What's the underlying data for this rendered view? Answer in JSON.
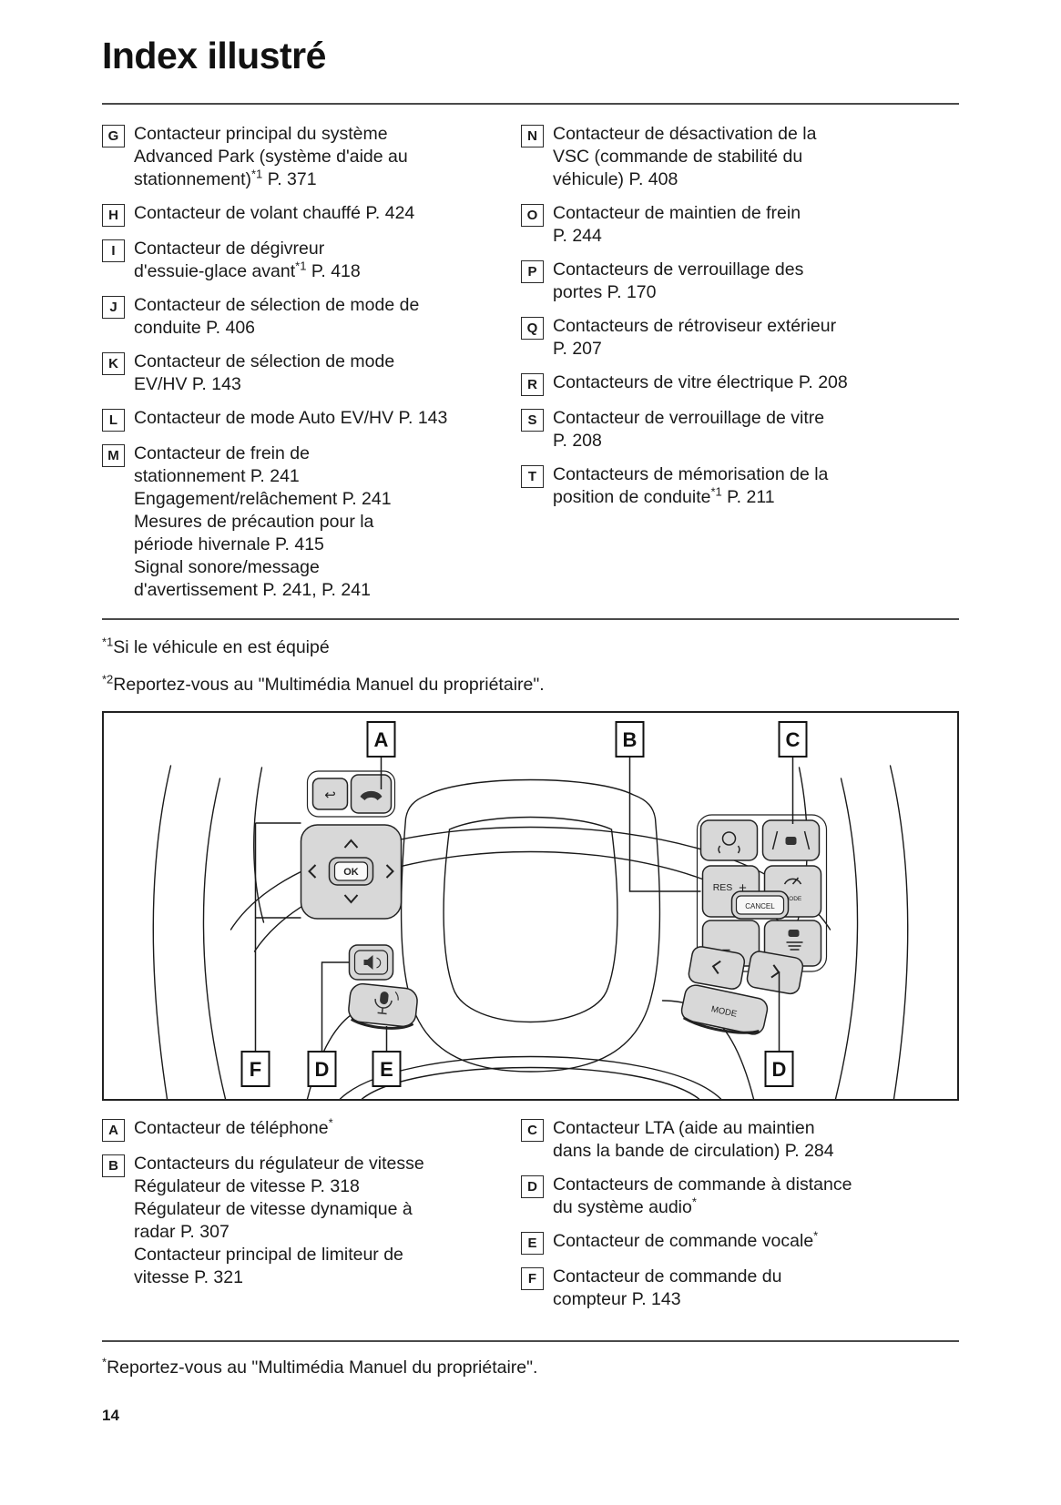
{
  "title": "Index illustré",
  "colors": {
    "text": "#1a1a1a",
    "button_fill": "#d8d8d8",
    "line": "#1a1a1a"
  },
  "index_top": {
    "left": [
      {
        "letter": "G",
        "lines": [
          [
            {
              "t": "Contacteur principal du système"
            }
          ],
          [
            {
              "t": "Advanced Park (système d'aide au"
            }
          ],
          [
            {
              "t": "stationnement)"
            },
            {
              "s": "*1"
            },
            {
              "t": " P. 371"
            }
          ]
        ]
      },
      {
        "letter": "H",
        "lines": [
          [
            {
              "t": "Contacteur de volant chauffé P. 424"
            }
          ]
        ]
      },
      {
        "letter": "I",
        "lines": [
          [
            {
              "t": "Contacteur de dégivreur"
            }
          ],
          [
            {
              "t": "d'essuie-glace avant"
            },
            {
              "s": "*1"
            },
            {
              "t": " P. 418"
            }
          ]
        ]
      },
      {
        "letter": "J",
        "lines": [
          [
            {
              "t": "Contacteur de sélection de mode de"
            }
          ],
          [
            {
              "t": "conduite P. 406"
            }
          ]
        ]
      },
      {
        "letter": "K",
        "lines": [
          [
            {
              "t": "Contacteur de sélection de mode"
            }
          ],
          [
            {
              "t": "EV/HV P. 143"
            }
          ]
        ]
      },
      {
        "letter": "L",
        "lines": [
          [
            {
              "t": "Contacteur de mode Auto EV/HV P. 143"
            }
          ]
        ]
      },
      {
        "letter": "M",
        "lines": [
          [
            {
              "t": "Contacteur de frein de"
            }
          ],
          [
            {
              "t": "stationnement P. 241"
            }
          ],
          [
            {
              "t": "Engagement/relâchement P. 241"
            }
          ],
          [
            {
              "t": "Mesures de précaution pour la"
            }
          ],
          [
            {
              "t": "période hivernale P. 415"
            }
          ],
          [
            {
              "t": "Signal sonore/message"
            }
          ],
          [
            {
              "t": "d'avertissement P. 241, P. 241"
            }
          ]
        ]
      }
    ],
    "right": [
      {
        "letter": "N",
        "lines": [
          [
            {
              "t": "Contacteur de désactivation de la"
            }
          ],
          [
            {
              "t": "VSC (commande de stabilité du"
            }
          ],
          [
            {
              "t": "véhicule) P. 408"
            }
          ]
        ]
      },
      {
        "letter": "O",
        "lines": [
          [
            {
              "t": "Contacteur de maintien de frein"
            }
          ],
          [
            {
              "t": "P. 244"
            }
          ]
        ]
      },
      {
        "letter": "P",
        "lines": [
          [
            {
              "t": "Contacteurs de verrouillage des"
            }
          ],
          [
            {
              "t": "portes P. 170"
            }
          ]
        ]
      },
      {
        "letter": "Q",
        "lines": [
          [
            {
              "t": "Contacteurs de rétroviseur extérieur"
            }
          ],
          [
            {
              "t": "P. 207"
            }
          ]
        ]
      },
      {
        "letter": "R",
        "lines": [
          [
            {
              "t": "Contacteurs de vitre électrique P. 208"
            }
          ]
        ]
      },
      {
        "letter": "S",
        "lines": [
          [
            {
              "t": "Contacteur de verrouillage de vitre"
            }
          ],
          [
            {
              "t": "P. 208"
            }
          ]
        ]
      },
      {
        "letter": "T",
        "lines": [
          [
            {
              "t": "Contacteurs de mémorisation de la"
            }
          ],
          [
            {
              "t": "position de conduite"
            },
            {
              "s": "*1"
            },
            {
              "t": " P. 211"
            }
          ]
        ]
      }
    ]
  },
  "footnotes_mid": [
    {
      "sup": "*1",
      "text": "Si le véhicule en est équipé"
    },
    {
      "sup": "*2",
      "text": "Reportez-vous au \"Multimédia Manuel du propriétaire\"."
    }
  ],
  "diagram": {
    "callouts_top": [
      "A",
      "B",
      "C"
    ],
    "callouts_bottom": [
      "F",
      "D",
      "E",
      "D"
    ],
    "buttons": {
      "ok": "OK",
      "cancel": "CANCEL",
      "res": "RES",
      "plus": "+",
      "minus": "−",
      "mode_small": "MODE",
      "mode": "MODE"
    }
  },
  "index_bottom": {
    "left": [
      {
        "letter": "A",
        "lines": [
          [
            {
              "t": "Contacteur de téléphone"
            },
            {
              "s": "*"
            }
          ]
        ]
      },
      {
        "letter": "B",
        "lines": [
          [
            {
              "t": "Contacteurs du régulateur de vitesse"
            }
          ],
          [
            {
              "t": "Régulateur de vitesse P. 318"
            }
          ],
          [
            {
              "t": "Régulateur de vitesse dynamique à"
            }
          ],
          [
            {
              "t": "radar P. 307"
            }
          ],
          [
            {
              "t": "Contacteur principal de limiteur de"
            }
          ],
          [
            {
              "t": "vitesse P. 321"
            }
          ]
        ]
      }
    ],
    "right": [
      {
        "letter": "C",
        "lines": [
          [
            {
              "t": "Contacteur LTA (aide au maintien"
            }
          ],
          [
            {
              "t": "dans la bande de circulation) P. 284"
            }
          ]
        ]
      },
      {
        "letter": "D",
        "lines": [
          [
            {
              "t": "Contacteurs de commande à distance"
            }
          ],
          [
            {
              "t": "du système audio"
            },
            {
              "s": "*"
            }
          ]
        ]
      },
      {
        "letter": "E",
        "lines": [
          [
            {
              "t": "Contacteur de commande vocale"
            },
            {
              "s": "*"
            }
          ]
        ]
      },
      {
        "letter": "F",
        "lines": [
          [
            {
              "t": "Contacteur de commande du"
            }
          ],
          [
            {
              "t": "compteur P. 143"
            }
          ]
        ]
      }
    ]
  },
  "footnote_bottom": {
    "sup": "*",
    "text": "Reportez-vous au \"Multimédia Manuel du propriétaire\"."
  },
  "page_number": "14"
}
